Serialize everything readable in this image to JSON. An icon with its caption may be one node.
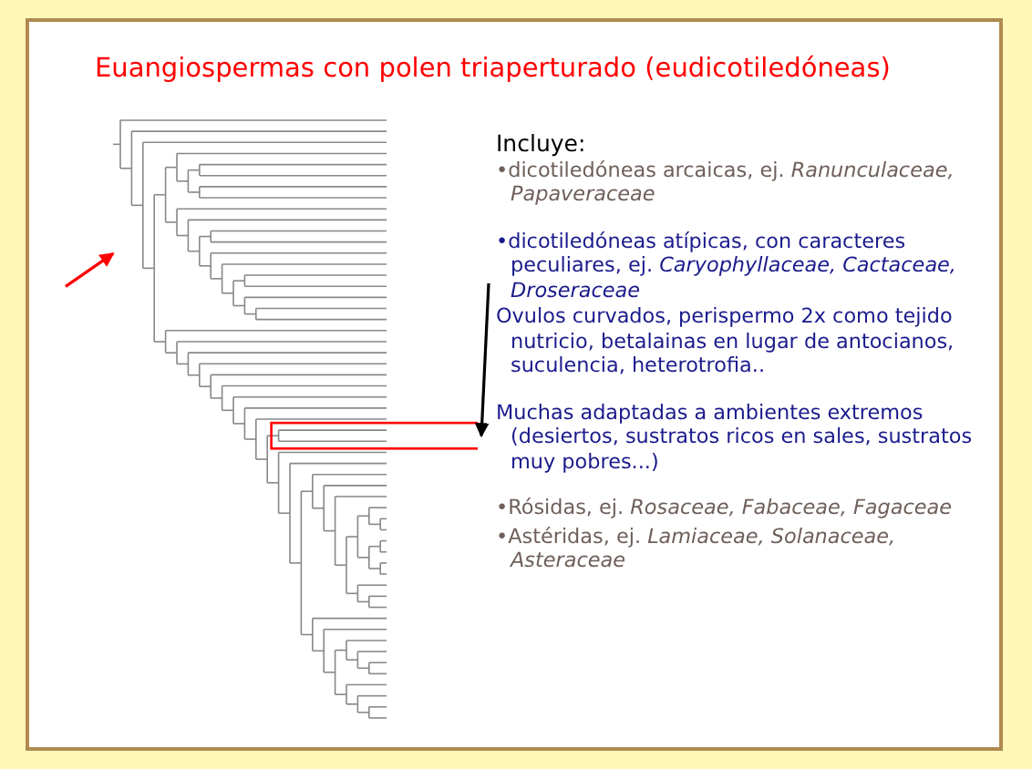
{
  "diagram": {
    "title": "Euangiospermas con polen triaperturado (eudicotiledóneas)",
    "nodes": [
      {
        "text": [],
        "shape": "picture"
      },
      {
        "text": [],
        "shape": "box",
        "in": 0
      },
      {
        "text": [
          "•dicotiledóneas atípicas,  con caracteres peculiares, ej. *Caryophyllaceae, Cactaceae, Droseraceae*"
        ]
      }
    ],
    "edges": [
      {
        "from": null,
        "to": 0,
        "arrow": "to",
        "color": "#ff0000"
      },
      {
        "from": 2,
        "to": 1,
        "arrow": "to",
        "color": "#000000"
      }
    ],
    "labels": [
      "Incluye:",
      "•dicotiledóneas arcaicas, ej. *Ranunculaceae, Papaveraceae*",
      "Ovulos curvados, perispermo 2x como tejido nutricio, betalainas en lugar de antocianos, suculencia, heterotrofia..",
      "Muchas adaptadas a ambientes extremos (desiertos, sustratos ricos en sales, sustratos muy pobres...)",
      "•Rósidas, ej. *Rosaceae, Fabaceae, Fagaceae*",
      "•Astéridas, ej. *Lamiaceae, Solanaceae, Asteraceae*"
    ]
  }
}
